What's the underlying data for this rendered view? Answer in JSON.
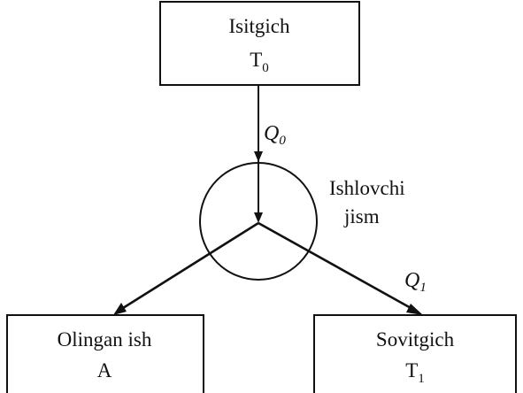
{
  "diagram": {
    "heater": {
      "title": "Isitgich",
      "symbol_main": "T",
      "symbol_sub": "0"
    },
    "working_body": {
      "line1": "Ishlovchi",
      "line2": "jism"
    },
    "work": {
      "title": "Olingan ish",
      "symbol": "A"
    },
    "cooler": {
      "title": "Sovitgich",
      "symbol_main": "T",
      "symbol_sub": "1"
    },
    "flows": {
      "q_in_main": "Q",
      "q_in_sub": "0",
      "q_out_main": "Q",
      "q_out_sub": "1"
    }
  },
  "colors": {
    "ink": "#111111",
    "background": "#ffffff"
  }
}
